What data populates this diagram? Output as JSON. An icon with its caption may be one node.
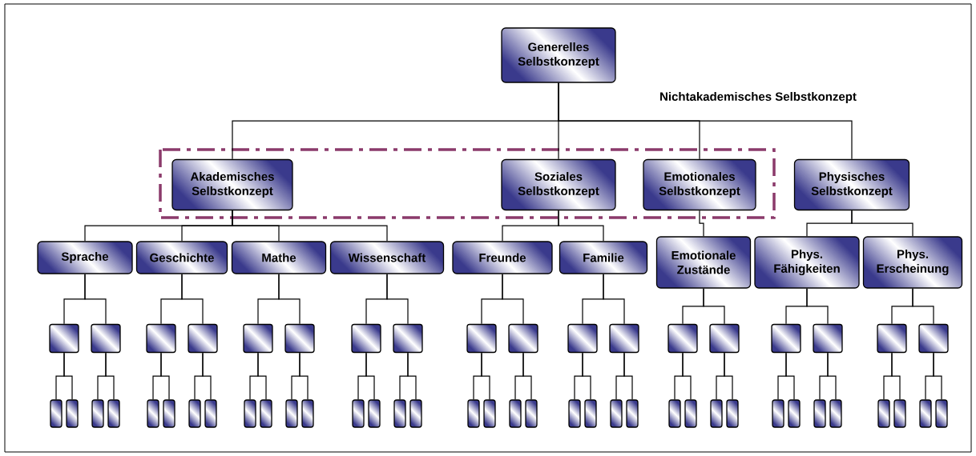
{
  "diagram": {
    "nodes": [
      {
        "text": [
          "Generelles Selbstkonzept"
        ]
      },
      {
        "text": [
          "Akademisches Selbstkonzept"
        ]
      },
      {
        "text": [
          "Soziales Selbstkonzept"
        ]
      },
      {
        "text": [
          "Emotionales Selbstkonzept"
        ]
      },
      {
        "text": [
          "Physisches Selbstkonzept"
        ]
      },
      {
        "text": [
          "Sprache"
        ]
      },
      {
        "text": [
          "Geschichte"
        ]
      },
      {
        "text": [
          "Mathe"
        ]
      },
      {
        "text": [
          "Wissenschaft"
        ]
      },
      {
        "text": [
          "Freunde"
        ]
      },
      {
        "text": [
          "Familie"
        ]
      },
      {
        "text": [
          "Emotionale Zustände"
        ]
      },
      {
        "text": [
          "Phys. Fähigkeiten"
        ]
      },
      {
        "text": [
          "Phys. Erscheinung"
        ]
      },
      {
        "text": [],
        "shape": "box"
      },
      {
        "text": [],
        "shape": "box"
      },
      {
        "text": [],
        "shape": "box"
      },
      {
        "text": [],
        "shape": "box"
      },
      {
        "text": [],
        "shape": "box"
      },
      {
        "text": [],
        "shape": "box"
      },
      {
        "text": [],
        "shape": "box"
      },
      {
        "text": [],
        "shape": "box"
      },
      {
        "text": [],
        "shape": "box"
      },
      {
        "text": [],
        "shape": "box"
      },
      {
        "text": [],
        "shape": "box"
      },
      {
        "text": [],
        "shape": "box"
      },
      {
        "text": [],
        "shape": "box"
      },
      {
        "text": [],
        "shape": "box"
      },
      {
        "text": [],
        "shape": "box"
      },
      {
        "text": [],
        "shape": "box"
      },
      {
        "text": [],
        "shape": "box"
      },
      {
        "text": [],
        "shape": "box"
      },
      {
        "text": [],
        "shape": "box"
      },
      {
        "text": [],
        "shape": "box"
      },
      {
        "text": [],
        "shape": "box"
      },
      {
        "text": [],
        "shape": "box"
      },
      {
        "text": [],
        "shape": "box"
      },
      {
        "text": [],
        "shape": "box"
      },
      {
        "text": [],
        "shape": "box"
      },
      {
        "text": [],
        "shape": "box"
      },
      {
        "text": [],
        "shape": "box"
      },
      {
        "text": [],
        "shape": "box"
      },
      {
        "text": [],
        "shape": "box"
      },
      {
        "text": [],
        "shape": "box"
      },
      {
        "text": [],
        "shape": "box"
      },
      {
        "text": [],
        "shape": "box"
      },
      {
        "text": [],
        "shape": "box"
      },
      {
        "text": [],
        "shape": "box"
      },
      {
        "text": [],
        "shape": "box"
      },
      {
        "text": [],
        "shape": "box"
      },
      {
        "text": [],
        "shape": "box"
      },
      {
        "text": [],
        "shape": "box"
      },
      {
        "text": [],
        "shape": "box"
      },
      {
        "text": [],
        "shape": "box"
      },
      {
        "text": [],
        "shape": "box"
      },
      {
        "text": [],
        "shape": "box"
      },
      {
        "text": [],
        "shape": "box"
      },
      {
        "text": [],
        "shape": "box"
      },
      {
        "text": [],
        "shape": "box"
      },
      {
        "text": [],
        "shape": "box"
      },
      {
        "text": [],
        "shape": "box"
      },
      {
        "text": [],
        "shape": "box"
      },
      {
        "text": [],
        "shape": "box"
      },
      {
        "text": [],
        "shape": "box"
      },
      {
        "text": [],
        "shape": "box"
      },
      {
        "text": [],
        "shape": "box"
      },
      {
        "text": [],
        "shape": "box"
      },
      {
        "text": [],
        "shape": "box"
      }
    ],
    "edges": [
      {
        "from": 0,
        "to": 1,
        "arrow": "none"
      },
      {
        "from": 0,
        "to": 2,
        "arrow": "none"
      },
      {
        "from": 0,
        "to": 3,
        "arrow": "none"
      },
      {
        "from": 0,
        "to": 4,
        "arrow": "none"
      },
      {
        "from": 1,
        "to": 5,
        "arrow": "none"
      },
      {
        "from": 1,
        "to": 6,
        "arrow": "none"
      },
      {
        "from": 1,
        "to": 7,
        "arrow": "none"
      },
      {
        "from": 1,
        "to": 8,
        "arrow": "none"
      },
      {
        "from": 2,
        "to": 9,
        "arrow": "none"
      },
      {
        "from": 2,
        "to": 10,
        "arrow": "none"
      },
      {
        "from": 3,
        "to": 11,
        "arrow": "none"
      },
      {
        "from": 4,
        "to": 12,
        "arrow": "none"
      },
      {
        "from": 4,
        "to": 13,
        "arrow": "none"
      },
      {
        "from": 5,
        "to": 14,
        "arrow": "none"
      },
      {
        "from": 5,
        "to": 15,
        "arrow": "none"
      },
      {
        "from": 6,
        "to": 16,
        "arrow": "none"
      },
      {
        "from": 6,
        "to": 17,
        "arrow": "none"
      },
      {
        "from": 7,
        "to": 18,
        "arrow": "none"
      },
      {
        "from": 7,
        "to": 19,
        "arrow": "none"
      },
      {
        "from": 8,
        "to": 20,
        "arrow": "none"
      },
      {
        "from": 8,
        "to": 21,
        "arrow": "none"
      },
      {
        "from": 9,
        "to": 22,
        "arrow": "none"
      },
      {
        "from": 9,
        "to": 23,
        "arrow": "none"
      },
      {
        "from": 10,
        "to": 24,
        "arrow": "none"
      },
      {
        "from": 10,
        "to": 25,
        "arrow": "none"
      },
      {
        "from": 11,
        "to": 26,
        "arrow": "none"
      },
      {
        "from": 11,
        "to": 27,
        "arrow": "none"
      },
      {
        "from": 12,
        "to": 28,
        "arrow": "none"
      },
      {
        "from": 12,
        "to": 29,
        "arrow": "none"
      },
      {
        "from": 13,
        "to": 30,
        "arrow": "none"
      },
      {
        "from": 13,
        "to": 31,
        "arrow": "none"
      },
      {
        "from": 14,
        "to": 32,
        "arrow": "none"
      },
      {
        "from": 14,
        "to": 33,
        "arrow": "none"
      },
      {
        "from": 15,
        "to": 34,
        "arrow": "none"
      },
      {
        "from": 15,
        "to": 35,
        "arrow": "none"
      },
      {
        "from": 16,
        "to": 36,
        "arrow": "none"
      },
      {
        "from": 16,
        "to": 37,
        "arrow": "none"
      },
      {
        "from": 17,
        "to": 38,
        "arrow": "none"
      },
      {
        "from": 17,
        "to": 39,
        "arrow": "none"
      },
      {
        "from": 18,
        "to": 40,
        "arrow": "none"
      },
      {
        "from": 18,
        "to": 41,
        "arrow": "none"
      },
      {
        "from": 19,
        "to": 42,
        "arrow": "none"
      },
      {
        "from": 19,
        "to": 43,
        "arrow": "none"
      },
      {
        "from": 20,
        "to": 44,
        "arrow": "none"
      },
      {
        "from": 20,
        "to": 45,
        "arrow": "none"
      },
      {
        "from": 21,
        "to": 46,
        "arrow": "none"
      },
      {
        "from": 21,
        "to": 47,
        "arrow": "none"
      },
      {
        "from": 22,
        "to": 48,
        "arrow": "none"
      },
      {
        "from": 22,
        "to": 49,
        "arrow": "none"
      },
      {
        "from": 23,
        "to": 50,
        "arrow": "none"
      },
      {
        "from": 23,
        "to": 51,
        "arrow": "none"
      },
      {
        "from": 24,
        "to": 52,
        "arrow": "none"
      },
      {
        "from": 24,
        "to": 53,
        "arrow": "none"
      },
      {
        "from": 25,
        "to": 54,
        "arrow": "none"
      },
      {
        "from": 25,
        "to": 55,
        "arrow": "none"
      },
      {
        "from": 26,
        "to": 56,
        "arrow": "none"
      },
      {
        "from": 26,
        "to": 57,
        "arrow": "none"
      },
      {
        "from": 27,
        "to": 58,
        "arrow": "none"
      },
      {
        "from": 27,
        "to": 59,
        "arrow": "none"
      },
      {
        "from": 28,
        "to": 60,
        "arrow": "none"
      },
      {
        "from": 28,
        "to": 61,
        "arrow": "none"
      },
      {
        "from": 29,
        "to": 62,
        "arrow": "none"
      },
      {
        "from": 29,
        "to": 63,
        "arrow": "none"
      },
      {
        "from": 30,
        "to": 64,
        "arrow": "none"
      },
      {
        "from": 30,
        "to": 65,
        "arrow": "none"
      },
      {
        "from": 31,
        "to": 66,
        "arrow": "none"
      },
      {
        "from": 31,
        "to": 67,
        "arrow": "none"
      }
    ],
    "labels": [
      "Nichtakademisches Selbstkonzept"
    ]
  }
}
